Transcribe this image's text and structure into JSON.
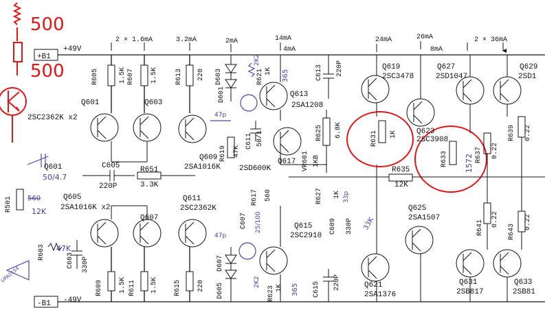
{
  "rails": {
    "pos_label": "+B1",
    "pos_voltage": "+49V",
    "neg_label": "-B1",
    "neg_voltage": "-49V"
  },
  "currents": {
    "c1": "2 × 1.6mA",
    "c2": "3.2mA",
    "c3": "2mA",
    "c4": "14mA",
    "c5": "4mA",
    "c6": "24mA",
    "c7": "26mA",
    "c8": "8mA",
    "c9": "2 × 36mA"
  },
  "transistors": {
    "q601": "Q601",
    "q603": "Q603",
    "q601_type": "2SC2362K x2",
    "q605": "Q605",
    "q607": "Q607",
    "q605_type": "2SA1016K x2",
    "q609": "Q609",
    "q609_type": "2SA1016K",
    "q611": "Q611",
    "q611_type": "2SC2362K",
    "q613": "Q613",
    "q613_type": "2SA1208",
    "q615": "Q615",
    "q615_type": "2SC2910",
    "q617": "Q617",
    "q617_type": "2SD600K",
    "q619": "Q619",
    "q619_type": "2SC3478",
    "q621": "Q621",
    "q621_type": "2SA1376",
    "q623": "Q623",
    "q623_type": "2SC3908",
    "q625": "Q625",
    "q625_type": "2SA1507",
    "q627": "Q627",
    "q627_type": "2SD1047",
    "q629": "Q629",
    "q629_type": "2SD1",
    "q631": "Q631",
    "q631_type": "2SB817",
    "q633": "Q633",
    "q633_type": "2SB81"
  },
  "resistors": {
    "r605": "R605",
    "r605_v": "1.5K",
    "r607": "R607",
    "r607_v": "1.5K",
    "r613": "R613",
    "r613_v": "220",
    "r619": "R619",
    "r619_v": "47K",
    "r621": "R621",
    "r621_v": "1K",
    "r625": "R625",
    "r625_v": "6.8K",
    "r627": "R627",
    "r627_v": "1K",
    "r631": "R631",
    "r631_v": "1K",
    "r633": "R633",
    "r635": "R635",
    "r635_v": "12K",
    "r637": "R637",
    "r637_v": "0.22",
    "r639": "R639",
    "r639_v": "0.22",
    "r641": "R641",
    "r641_v": "0.22",
    "r643": "R643",
    "r643_v": "0.22",
    "r651": "R651",
    "r651_v": "3.3K",
    "r501": "R501",
    "r603": "R603",
    "r609": "R609",
    "r609_v": "1.5K",
    "r611": "R611",
    "r611_v": "1.5K",
    "r615": "R615",
    "r615_v": "220",
    "r617": "R617",
    "r617_v": "560",
    "r623": "R623",
    "r623_v": "1K",
    "vr601": "VR601",
    "vr601_v": "1KB"
  },
  "capacitors": {
    "c605": "C605",
    "c605_v": "220P",
    "c613": "C613",
    "c613_v": "220P",
    "c611": "C611",
    "c611_v": "50/1",
    "c603": "C603",
    "c603_v": "330P",
    "c607": "C607",
    "c607_v": "25/100",
    "c609": "C609",
    "c609_v": "330P",
    "c615": "C615",
    "c615_v": "220P"
  },
  "diodes": {
    "d601": "D601",
    "d603": "D603",
    "d605": "D605",
    "d607": "D607"
  },
  "handwritten": {
    "top_red_1": "500",
    "top_red_2": "500",
    "q601_blue": "50/4.7",
    "r501_blue": "12K",
    "r501_old": "560",
    "r603_blue": "47K",
    "opamp_blue": "UPA2154",
    "r619_blue": "2K2",
    "r621_blue": "365",
    "r623_blue": "365",
    "r623b_blue": "2K2",
    "c47p_top": "47p",
    "c47p_bot": "47p",
    "r627_blue": "33p",
    "c609_blue": "33K",
    "r633_blue": "1572"
  }
}
